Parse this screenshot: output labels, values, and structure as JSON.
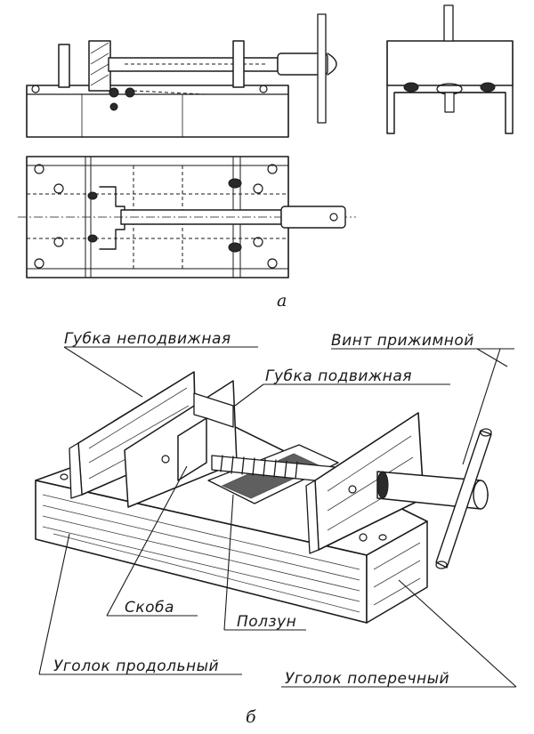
{
  "figure": {
    "part_a_letter": "а",
    "part_b_letter": "б"
  },
  "labels": {
    "fixed_jaw": "Губка неподвижная",
    "clamp_screw": "Винт прижимной",
    "movable_jaw": "Губка подвижная",
    "bracket": "Скоба",
    "slider": "Ползун",
    "longitudinal_angle": "Уголок продольный",
    "transverse_angle": "Уголок поперечный"
  }
}
